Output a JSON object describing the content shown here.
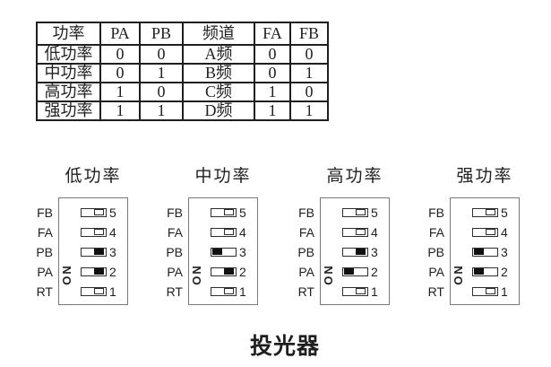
{
  "colors": {
    "ink": "#1f1f1f",
    "knob_fill": "#111111"
  },
  "table": {
    "headers": [
      "功率",
      "PA",
      "PB",
      "频道",
      "FA",
      "FB"
    ],
    "rows": [
      [
        "低功率",
        "0",
        "0",
        "A频",
        "0",
        "0"
      ],
      [
        "中功率",
        "0",
        "1",
        "B频",
        "0",
        "1"
      ],
      [
        "高功率",
        "1",
        "0",
        "C频",
        "1",
        "0"
      ],
      [
        "强功率",
        "1",
        "1",
        "D频",
        "1",
        "1"
      ]
    ]
  },
  "dip": {
    "on_label": "ON",
    "pin_labels": [
      "FB",
      "FA",
      "PB",
      "PA",
      "RT"
    ],
    "pin_numbers": [
      "5",
      "4",
      "3",
      "2",
      "1"
    ],
    "diagrams": [
      {
        "title": "低功率",
        "switches": [
          {
            "position": "right",
            "filled": false
          },
          {
            "position": "right",
            "filled": false
          },
          {
            "position": "right",
            "filled": true
          },
          {
            "position": "right",
            "filled": true
          },
          {
            "position": "right",
            "filled": false
          }
        ]
      },
      {
        "title": "中功率",
        "switches": [
          {
            "position": "right",
            "filled": false
          },
          {
            "position": "right",
            "filled": false
          },
          {
            "position": "left",
            "filled": true
          },
          {
            "position": "right",
            "filled": true
          },
          {
            "position": "right",
            "filled": false
          }
        ]
      },
      {
        "title": "高功率",
        "switches": [
          {
            "position": "right",
            "filled": false
          },
          {
            "position": "right",
            "filled": false
          },
          {
            "position": "right",
            "filled": true
          },
          {
            "position": "left",
            "filled": true
          },
          {
            "position": "right",
            "filled": false
          }
        ]
      },
      {
        "title": "强功率",
        "switches": [
          {
            "position": "right",
            "filled": false
          },
          {
            "position": "right",
            "filled": false
          },
          {
            "position": "left",
            "filled": true
          },
          {
            "position": "left",
            "filled": true
          },
          {
            "position": "right",
            "filled": false
          }
        ]
      }
    ]
  },
  "footer_title": "投光器"
}
